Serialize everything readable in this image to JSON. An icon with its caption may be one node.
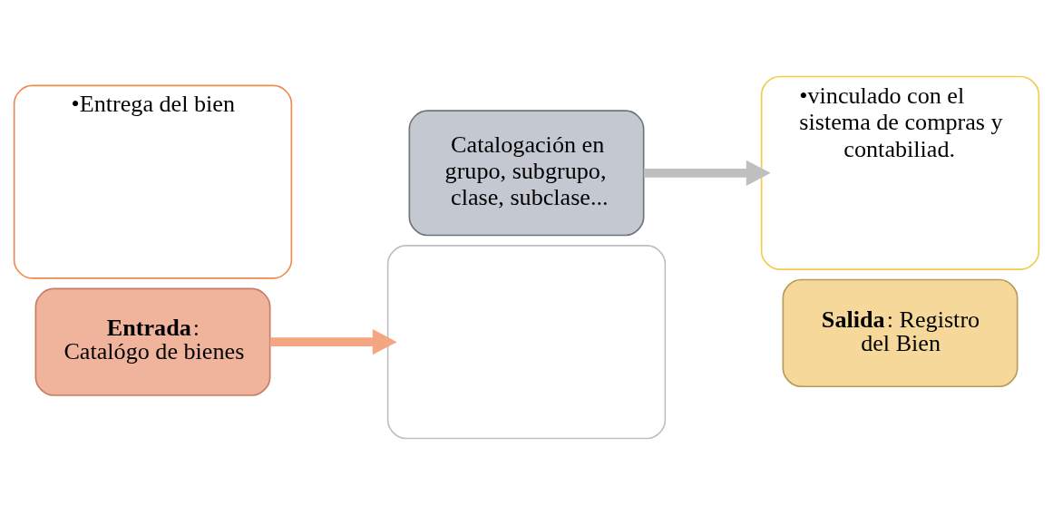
{
  "diagram": {
    "nodes": [
      {
        "text": [
          "•Entrega del bien"
        ]
      },
      {
        "text": [
          "**Entrada**: Catalógo de bienes"
        ]
      },
      {
        "text": [],
        "shape": "box"
      },
      {
        "text": [
          "Catalogación en grupo, subgrupo, clase, subclase..."
        ]
      },
      {
        "text": [
          "•vinculado con el sistema de compras y contabiliad."
        ]
      },
      {
        "text": [
          "**Salida**: Registro del Bien"
        ]
      }
    ],
    "edges": [
      {
        "from": 1,
        "to": 2,
        "arrow": "to",
        "color": "#f4a582"
      },
      {
        "from": 3,
        "to": 4,
        "arrow": "to",
        "color": "#bfbfbf"
      }
    ]
  }
}
